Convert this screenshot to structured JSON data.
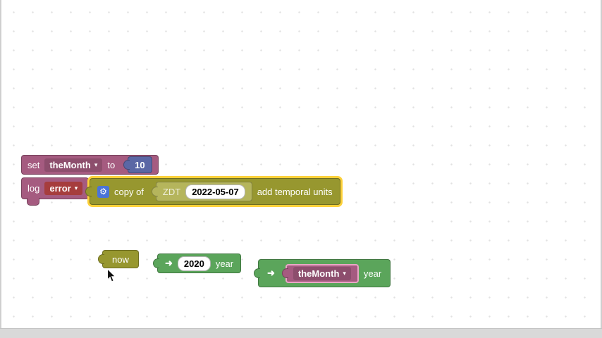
{
  "icons": {
    "gear": "⚙",
    "dropdown": "▾",
    "arrow": "➜"
  },
  "colors": {
    "variable": "#a55b80",
    "variable-dark": "#8d4e6d",
    "math": "#5b67a5",
    "error": "#a63d3d",
    "olive": "#97972f",
    "olive-light": "#b5b55c",
    "green": "#5ba55b",
    "halo": "#fdd13a",
    "gear": "#4a74d9",
    "pink-outline": "#eaa6c6"
  },
  "blocks": {
    "set_variable": {
      "keyword": "set",
      "variable": "theMonth",
      "to": "to",
      "value": "10"
    },
    "log": {
      "keyword": "log",
      "level": "error"
    },
    "copy_of": {
      "label": "copy of",
      "type": "ZDT",
      "date": "2022-05-07",
      "suffix": "add temporal units"
    },
    "now": {
      "label": "now"
    },
    "year_of_number": {
      "value": "2020",
      "unit": "year"
    },
    "year_of_variable": {
      "variable": "theMonth",
      "unit": "year"
    }
  }
}
